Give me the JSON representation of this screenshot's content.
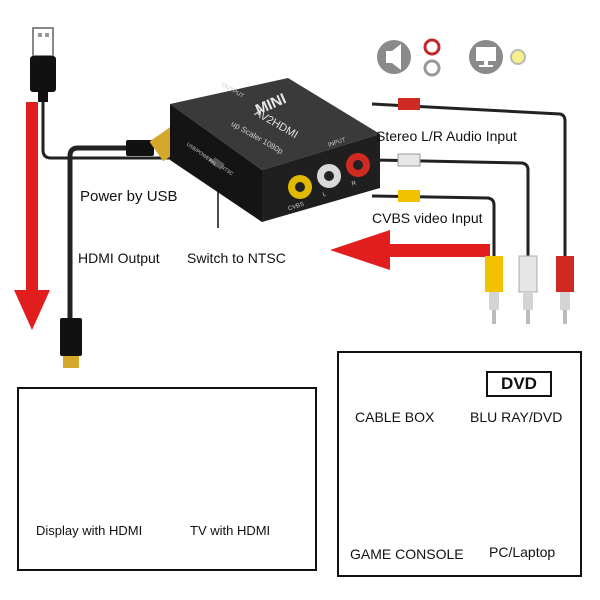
{
  "device": {
    "brand": "MINI",
    "model": "AV2HDMI",
    "subtitle": "up Scaler 1080p",
    "port_output": "OUTPUT",
    "port_input": "INPUT",
    "switch_left": "USB/POWER",
    "switch_pal": "PAL",
    "switch_ntsc": "NTSC",
    "port_cvbs": "CVBS",
    "port_l": "L",
    "port_r": "R"
  },
  "labels": {
    "stereo": "Stereo L/R Audio Input",
    "cvbs": "CVBS video Input",
    "power": "Power by USB",
    "hdmi_out": "HDMI Output",
    "switch": "Switch to NTSC"
  },
  "sources": {
    "cable_box": "CABLE BOX",
    "dvd_badge": "DVD",
    "bluray": "BLU RAY/DVD",
    "game": "GAME CONSOLE",
    "pc": "PC/Laptop"
  },
  "displays": {
    "monitor": "Display with HDMI",
    "tv": "TV with HDMI"
  },
  "icons": [
    "speaker-icon",
    "rca-jack-icon",
    "monitor-icon",
    "video-dot-icon",
    "usb-plug-icon",
    "hdmi-plug-icon",
    "gamepad-icon",
    "pc-icon"
  ],
  "colors": {
    "arrow": "#e21d1d",
    "yellow": "#f2c200",
    "red": "#d8281e",
    "white": "#e6e6e6",
    "device": "#1b1b1b"
  }
}
